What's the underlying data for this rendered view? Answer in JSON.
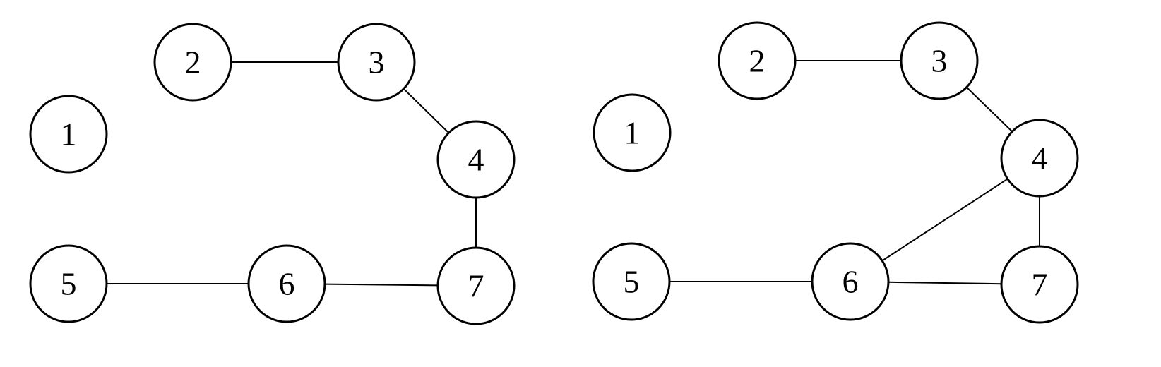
{
  "graphs": [
    {
      "id": "left",
      "nodes": [
        {
          "id": "1",
          "label": "1"
        },
        {
          "id": "2",
          "label": "2"
        },
        {
          "id": "3",
          "label": "3"
        },
        {
          "id": "4",
          "label": "4"
        },
        {
          "id": "5",
          "label": "5"
        },
        {
          "id": "6",
          "label": "6"
        },
        {
          "id": "7",
          "label": "7"
        }
      ],
      "edges": [
        [
          "2",
          "3"
        ],
        [
          "3",
          "4"
        ],
        [
          "4",
          "7"
        ],
        [
          "5",
          "6"
        ],
        [
          "6",
          "7"
        ]
      ]
    },
    {
      "id": "right",
      "nodes": [
        {
          "id": "1",
          "label": "1"
        },
        {
          "id": "2",
          "label": "2"
        },
        {
          "id": "3",
          "label": "3"
        },
        {
          "id": "4",
          "label": "4"
        },
        {
          "id": "5",
          "label": "5"
        },
        {
          "id": "6",
          "label": "6"
        },
        {
          "id": "7",
          "label": "7"
        }
      ],
      "edges": [
        [
          "2",
          "3"
        ],
        [
          "3",
          "4"
        ],
        [
          "4",
          "6"
        ],
        [
          "4",
          "7"
        ],
        [
          "5",
          "6"
        ],
        [
          "6",
          "7"
        ]
      ]
    }
  ]
}
